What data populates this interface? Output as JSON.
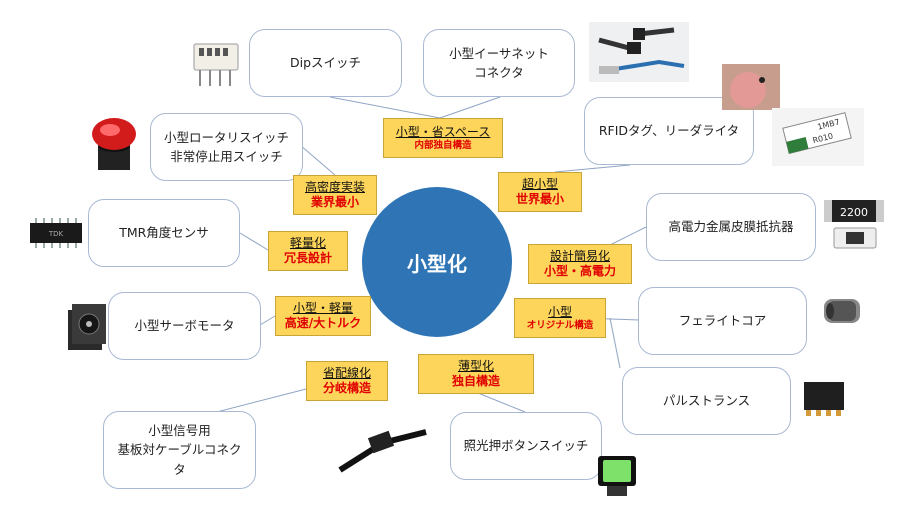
{
  "hub": {
    "label": "小型化"
  },
  "colors": {
    "hub": "#2f75b5",
    "tag_fill": "#fcd55a",
    "tag_sub_text": "#e00000",
    "box_border": "#a9b9d3",
    "line": "#8fa4c4"
  },
  "categories": {
    "space_saving": {
      "title": "小型・省スペース",
      "sub": "内部独自構造"
    },
    "ultra_small": {
      "title": "超小型",
      "sub": "世界最小"
    },
    "high_density": {
      "title": "高密度実装",
      "sub": "業界最小"
    },
    "light": {
      "title": "軽量化",
      "sub": "冗長設計"
    },
    "design_easy": {
      "title": "設計簡易化",
      "sub": "小型・高電力"
    },
    "small_light": {
      "title": "小型・軽量",
      "sub": "高速/大トルク"
    },
    "small_original": {
      "title": "小型",
      "sub": "オリジナル構造"
    },
    "wiring": {
      "title": "省配線化",
      "sub": "分岐構造"
    },
    "thin": {
      "title": "薄型化",
      "sub": "独自構造"
    }
  },
  "products": {
    "dip_switch": "Dipスイッチ",
    "ethernet_connector": "小型イーサネット\nコネクタ",
    "rfid": "RFIDタグ、リーダライタ",
    "rotary_switch": "小型ロータリスイッチ\n非常停止用スイッチ",
    "tmr_sensor": "TMR角度センサ",
    "resistor": "高電力金属皮膜抵抗器",
    "servo_motor": "小型サーボモータ",
    "ferrite_core": "フェライトコア",
    "pulse_transformer": "パルストランス",
    "signal_connector": "小型信号用\n基板対ケーブルコネク\nタ",
    "push_switch": "照光押ボタンスイッチ"
  },
  "images": {
    "resistor_marking": "2200",
    "rfid_tag_lines": [
      "1MB7",
      "R010"
    ],
    "tmr_chip_marking": "TDK"
  },
  "icons": [
    "dip-switch-photo",
    "ethernet-connector-photo",
    "finger-tag-photo",
    "rfid-tag-photo",
    "emergency-stop-photo",
    "tmr-chip-photo",
    "resistor-photo",
    "servo-motor-photo",
    "ferrite-core-photo",
    "pulse-transformer-photo",
    "cable-connector-photo",
    "push-button-photo"
  ]
}
